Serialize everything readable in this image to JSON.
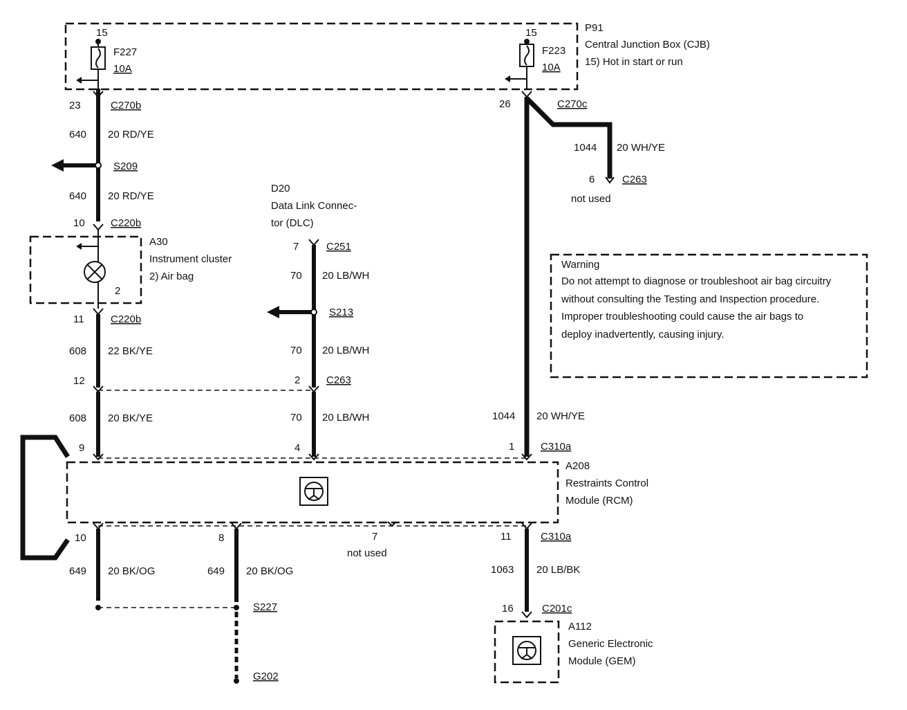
{
  "cjb": {
    "id": "P91",
    "name": "Central Junction Box (CJB)",
    "note": "15)   Hot in start or run"
  },
  "fuses": {
    "f227": {
      "pin": "15",
      "name": "F227",
      "rating": "10A"
    },
    "f223": {
      "pin": "15",
      "name": "F223",
      "rating": "10A"
    }
  },
  "left": {
    "c270b": {
      "pin": "23",
      "conn": "C270b"
    },
    "w1": {
      "circuit": "640",
      "spec": "20 RD/YE"
    },
    "s209": "S209",
    "w2": {
      "circuit": "640",
      "spec": "20 RD/YE"
    },
    "c220b_top": {
      "pin": "10",
      "conn": "C220b"
    },
    "c220b_bot": {
      "pin": "11",
      "conn": "C220b"
    },
    "w3": {
      "circuit": "608",
      "spec": "22 BK/YE"
    },
    "c263_pin": "12",
    "w4": {
      "circuit": "608",
      "spec": "20 BK/YE"
    },
    "rcm_pin": "9"
  },
  "cluster": {
    "id": "A30",
    "name": "Instrument cluster",
    "note": "2)      Air bag",
    "pin": "2"
  },
  "dlc": {
    "id": "D20",
    "name1": "Data Link Connec-",
    "name2": "tor (DLC)"
  },
  "middle": {
    "c251": {
      "pin": "7",
      "conn": "C251"
    },
    "w1": {
      "circuit": "70",
      "spec": "20 LB/WH"
    },
    "s213": "S213",
    "w2": {
      "circuit": "70",
      "spec": "20 LB/WH"
    },
    "c263": {
      "pin": "2",
      "conn": "C263"
    },
    "w3": {
      "circuit": "70",
      "spec": "20 LB/WH"
    },
    "rcm_pin": "4"
  },
  "right": {
    "c270c": {
      "pin": "26",
      "conn": "C270c"
    },
    "branch": {
      "circuit": "1044",
      "spec": "20 WH/YE",
      "pin": "6",
      "conn": "C263",
      "note": "not used"
    },
    "w1": {
      "circuit": "1044",
      "spec": "20 WH/YE"
    },
    "c310a_top": {
      "pin": "1",
      "conn": "C310a"
    },
    "c310a_bot": {
      "pin": "11",
      "conn": "C310a"
    },
    "w2": {
      "circuit": "1063",
      "spec": "20 LB/BK"
    },
    "c201c": {
      "pin": "16",
      "conn": "C201c"
    }
  },
  "rcm": {
    "id": "A208",
    "name1": "Restraints Control",
    "name2": "Module (RCM)"
  },
  "bottom": {
    "pin10": "10",
    "pin8": "8",
    "pin7": "7",
    "pin7_note": "not used",
    "w_left": {
      "circuit": "649",
      "spec": "20 BK/OG"
    },
    "w_mid": {
      "circuit": "649",
      "spec": "20 BK/OG"
    },
    "s227": "S227",
    "g202": "G202"
  },
  "gem": {
    "id": "A112",
    "name1": "Generic Electronic",
    "name2": "Module (GEM)"
  },
  "warning": {
    "title": "Warning",
    "l1": "Do not attempt to diagnose or troubleshoot air bag circuitry",
    "l2": "without consulting  the Testing and Inspection procedure.",
    "l3": "Improper  troubleshooting could cause the air bags to",
    "l4": "deploy  inadvertently, causing injury."
  }
}
